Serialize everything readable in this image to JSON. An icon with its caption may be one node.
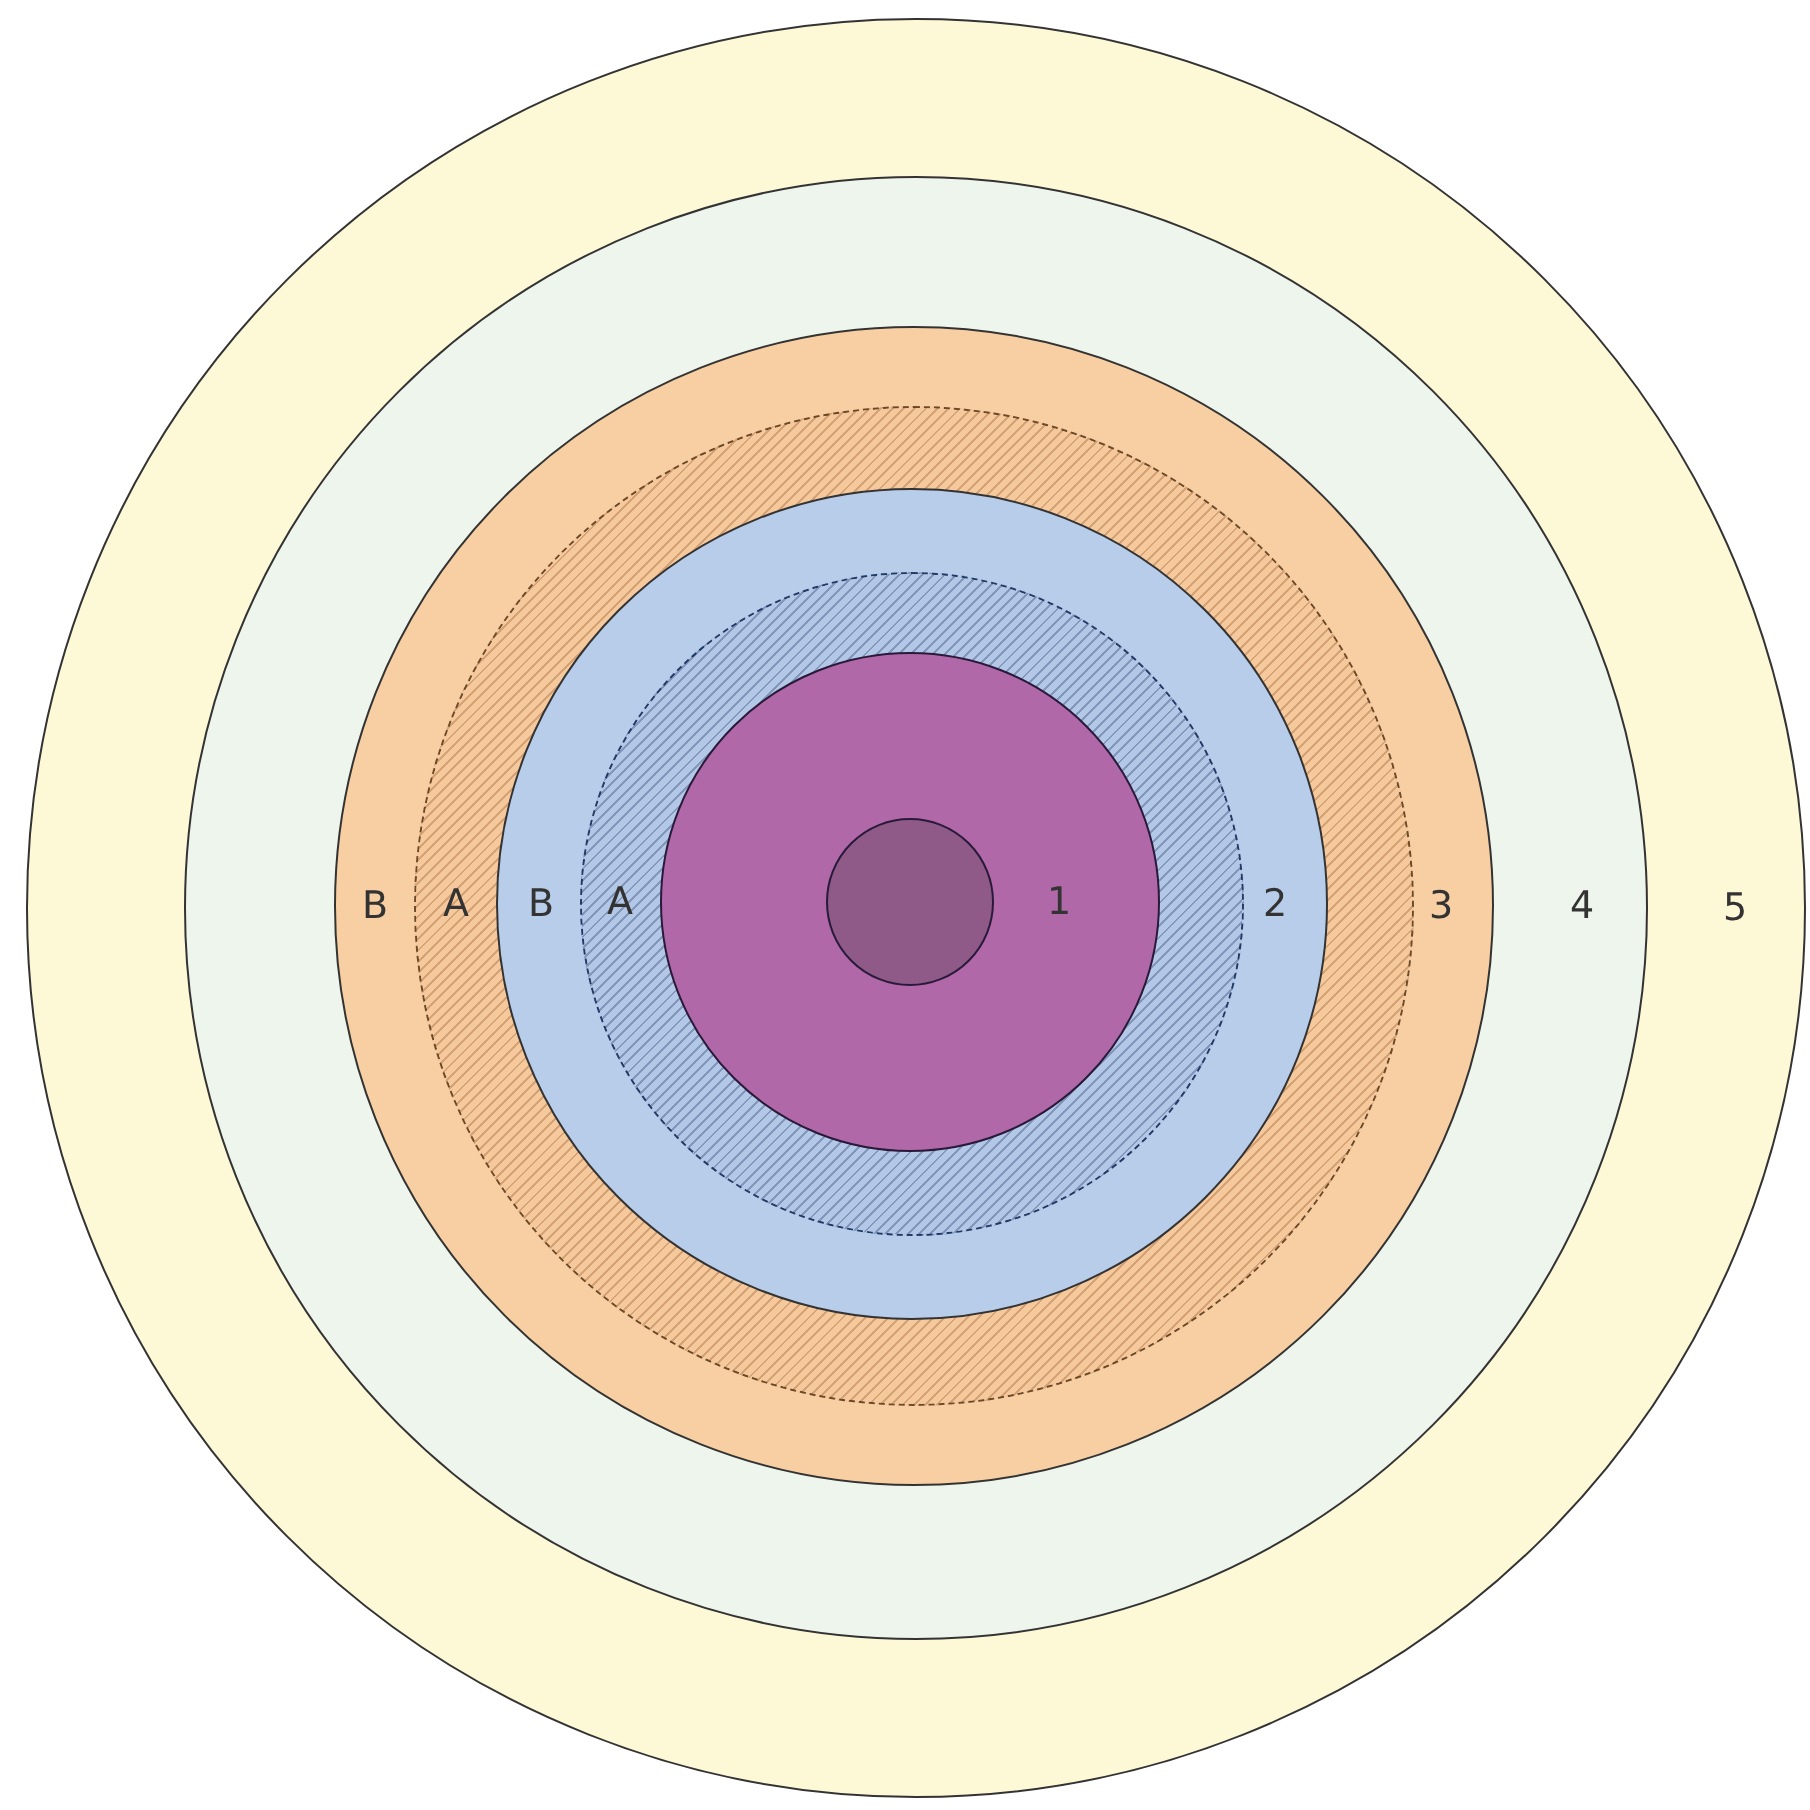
{
  "diagram": {
    "nodes": [
      {
        "text": [
          "5"
        ]
      },
      {
        "text": [
          "4"
        ],
        "in": 0
      },
      {
        "text": [
          "B",
          "3"
        ],
        "in": 1
      },
      {
        "text": [
          "A"
        ],
        "in": 2
      },
      {
        "text": [
          "B",
          "2"
        ],
        "in": 3
      },
      {
        "text": [
          "A"
        ],
        "in": 4
      },
      {
        "text": [
          "1"
        ],
        "in": 5
      },
      {
        "text": [],
        "shape": "circle",
        "in": 6
      }
    ]
  }
}
